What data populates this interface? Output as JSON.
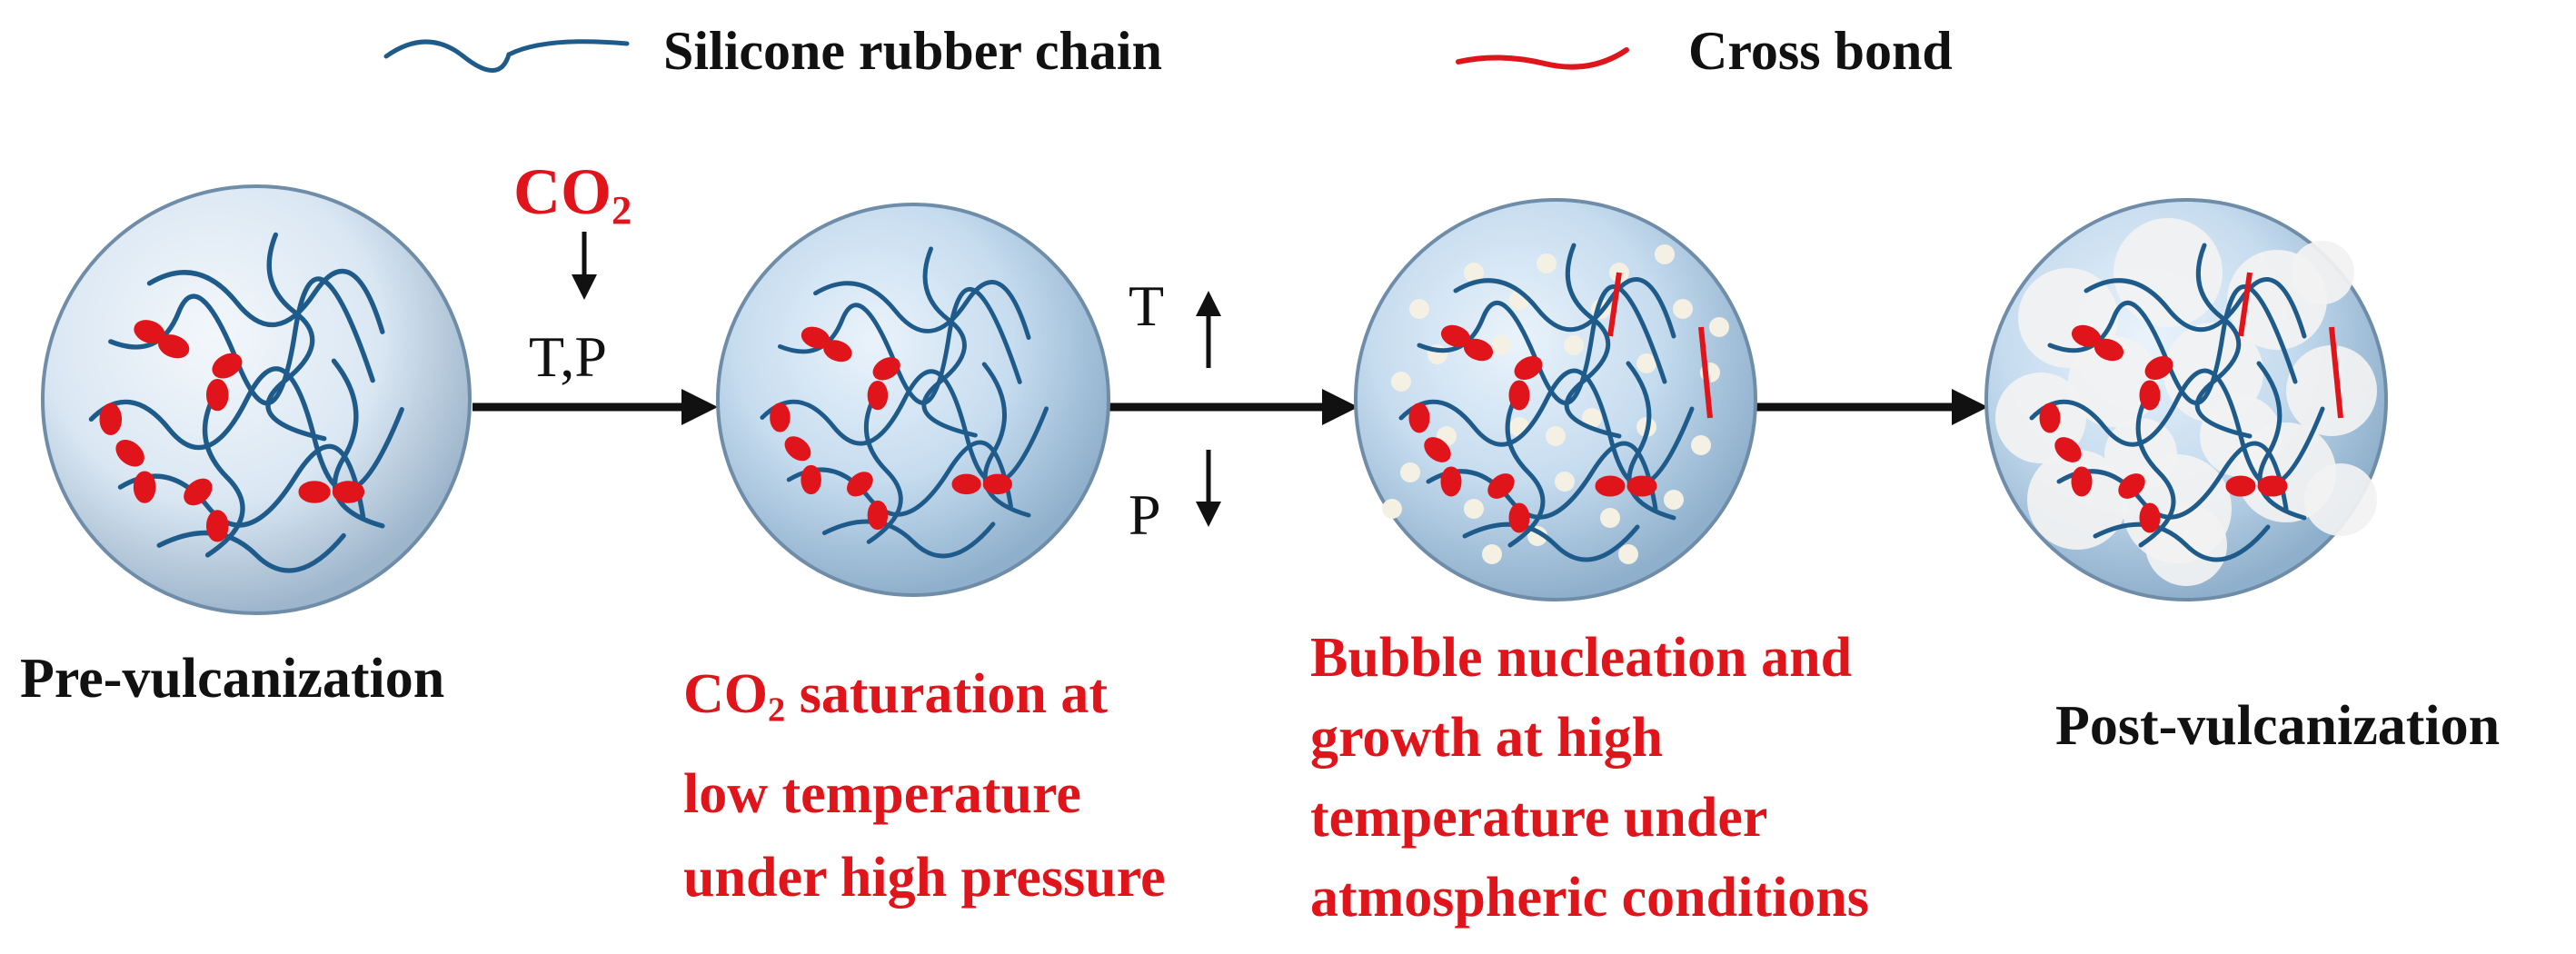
{
  "legend": {
    "chain_label": "Silicone rubber chain",
    "cross_label": "Cross bond",
    "chain_color": "#1f5b8a",
    "cross_color": "#e0151b"
  },
  "stages": {
    "pre": "Pre-vulcanization",
    "post": "Post-vulcanization",
    "saturation": {
      "co2_main": "CO",
      "co2_sub": "2",
      "line1_rest": " saturation at",
      "line2": "low temperature",
      "line3": "under high pressure"
    },
    "nucleation": {
      "line1": "Bubble nucleation and",
      "line2": "growth at high",
      "line3": "temperature under",
      "line4": "atmospheric conditions"
    }
  },
  "arrows": {
    "co2_main": "CO",
    "co2_sub": "2",
    "tp_label": "T,P",
    "t_label": "T",
    "p_label": "P"
  },
  "colors": {
    "circle_edge": "#6f8da8",
    "circle_fill": "#c9def0",
    "bubble": "#f4f1e4",
    "text_red": "#e0151b"
  }
}
